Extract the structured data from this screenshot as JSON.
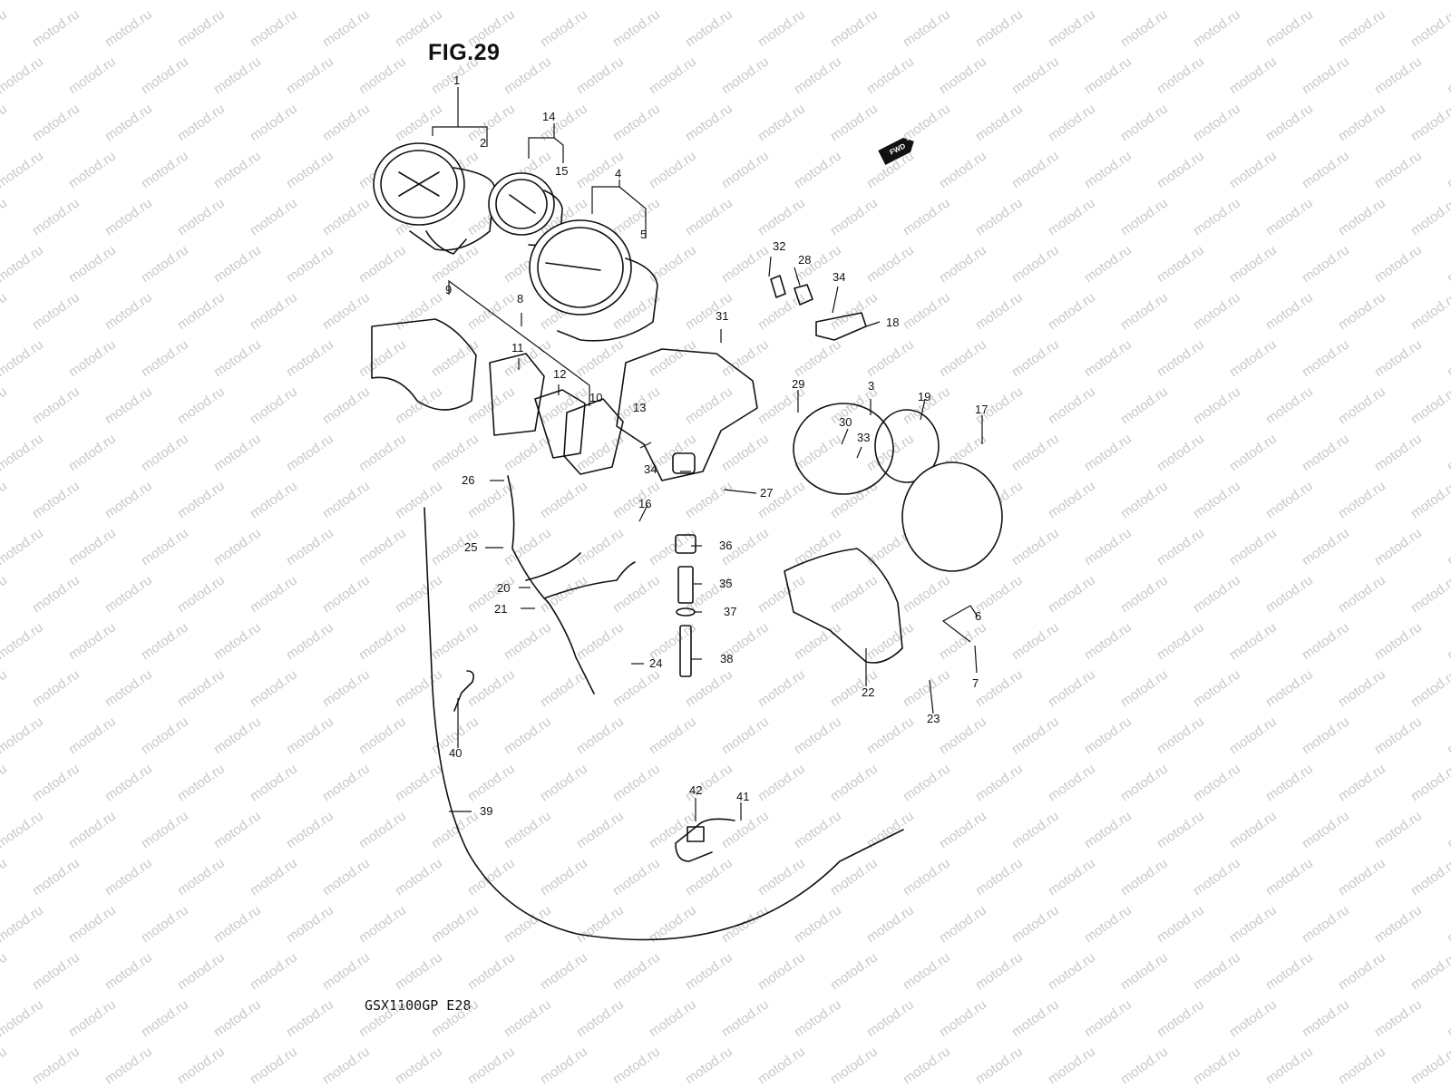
{
  "figure_title": "FIG.29",
  "model_code": "GSX1100GP E28",
  "fwd_label": "FWD",
  "watermark_text": "motod.ru",
  "callouts": [
    "1",
    "2",
    "3",
    "4",
    "5",
    "6",
    "7",
    "8",
    "9",
    "10",
    "11",
    "12",
    "13",
    "14",
    "15",
    "16",
    "17",
    "18",
    "19",
    "20",
    "21",
    "22",
    "23",
    "24",
    "25",
    "26",
    "27",
    "28",
    "29",
    "30",
    "31",
    "32",
    "33",
    "34",
    "35",
    "36",
    "37",
    "38",
    "39",
    "40",
    "41",
    "42"
  ]
}
